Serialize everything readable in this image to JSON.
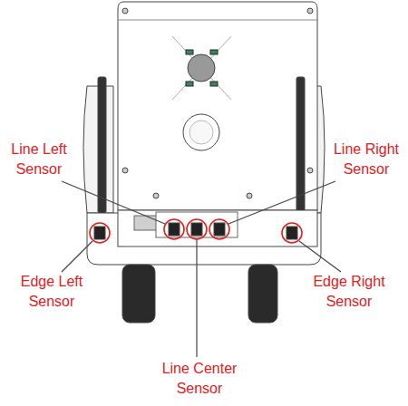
{
  "diagram": {
    "labels": [
      "Line Left Sensor",
      "Line Right Sensor",
      "Edge Left Sensor",
      "Edge Right Sensor",
      "Line Center Sensor"
    ]
  }
}
